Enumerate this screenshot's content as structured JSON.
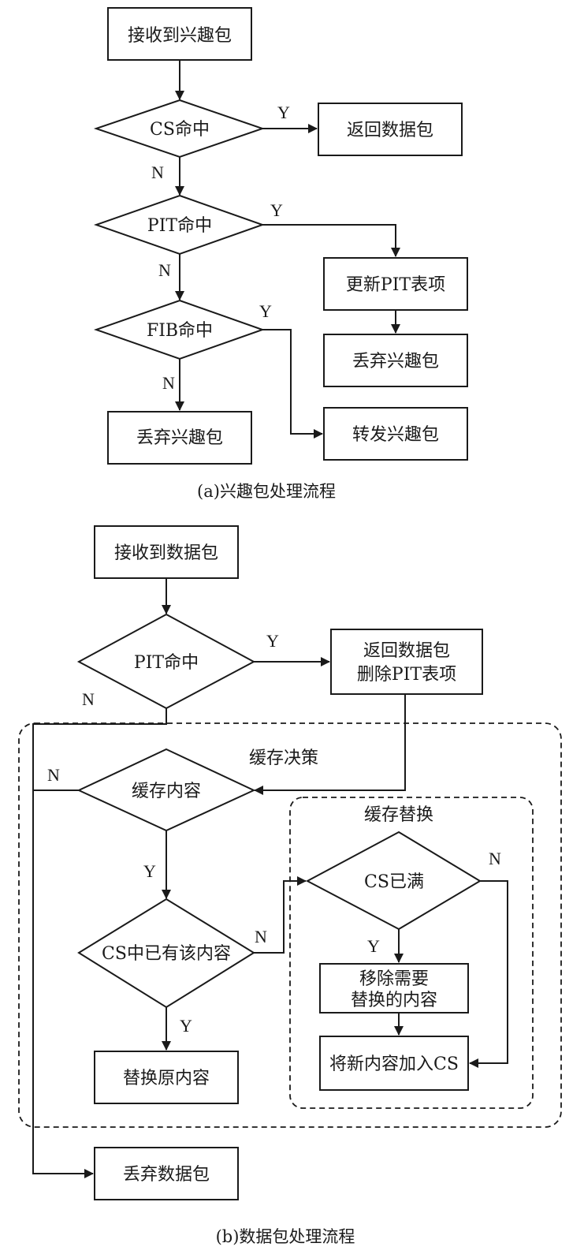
{
  "part_a": {
    "caption": "(a)兴趣包处理流程",
    "nodes": {
      "receive_interest": "接收到兴趣包",
      "cs_hit": "CS命中",
      "return_data": "返回数据包",
      "pit_hit": "PIT命中",
      "update_pit": "更新PIT表项",
      "drop_interest_right": "丢弃兴趣包",
      "fib_hit": "FIB命中",
      "drop_interest_left": "丢弃兴趣包",
      "forward_interest": "转发兴趣包"
    },
    "edge_labels": {
      "cs_yes": "Y",
      "cs_no": "N",
      "pit_yes": "Y",
      "pit_no": "N",
      "fib_yes": "Y",
      "fib_no": "N"
    }
  },
  "part_b": {
    "caption": "(b)数据包处理流程",
    "groups": {
      "cache_decision": "缓存决策",
      "cache_replacement": "缓存替换"
    },
    "nodes": {
      "receive_data": "接收到数据包",
      "pit_hit": "PIT命中",
      "return_delete_line1": "返回数据包",
      "return_delete_line2": "删除PIT表项",
      "cache_content": "缓存内容",
      "cs_has_content": "CS中已有该内容",
      "replace_original": "替换原内容",
      "cs_full": "CS已满",
      "remove_line1": "移除需要",
      "remove_line2": "替换的内容",
      "add_to_cs": "将新内容加入CS",
      "drop_data": "丢弃数据包"
    },
    "edge_labels": {
      "pit_yes": "Y",
      "pit_no": "N",
      "cache_no": "N",
      "cache_yes": "Y",
      "has_no": "N",
      "has_yes": "Y",
      "full_yes": "Y",
      "full_no": "N"
    }
  }
}
